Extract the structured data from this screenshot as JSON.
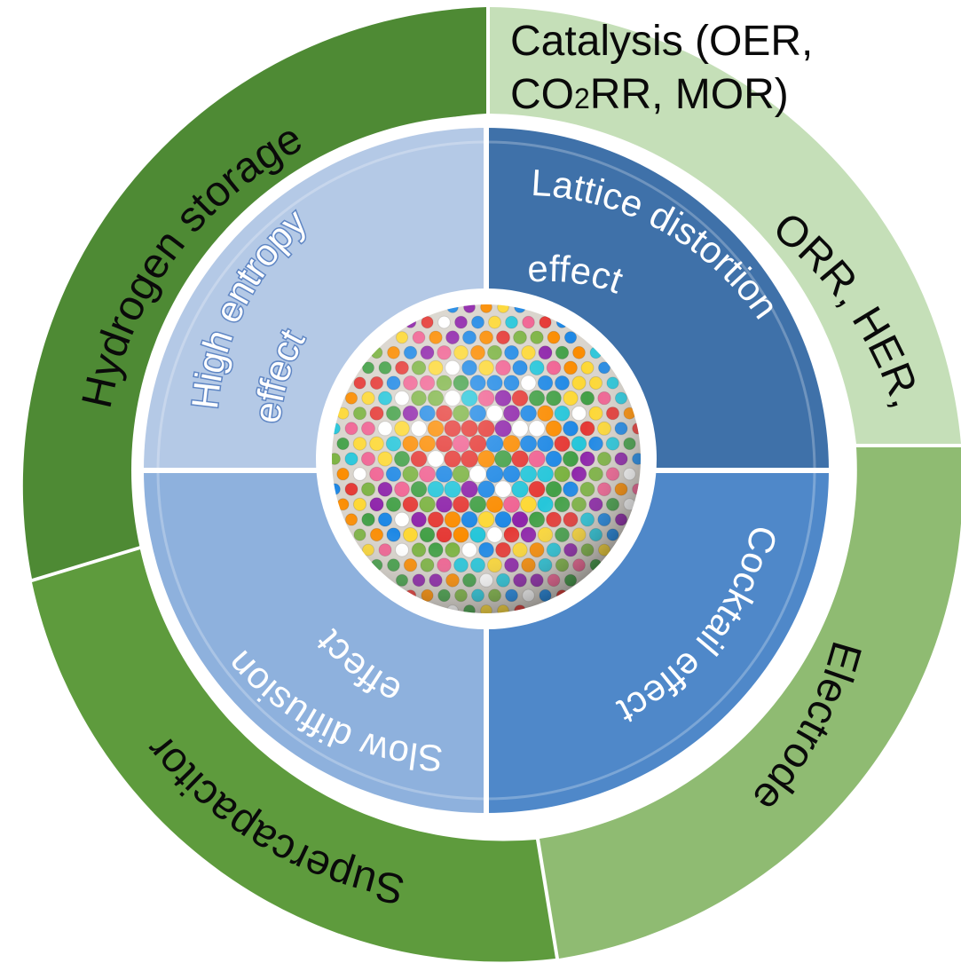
{
  "diagram": {
    "outer_ring": [
      {
        "id": "hydrogen",
        "label": "Hydrogen storage",
        "color": "#4e8a34"
      },
      {
        "id": "catalysis",
        "label_line1": "Catalysis (OER,",
        "label_line2_pre": "CO",
        "label_line2_sub": "2",
        "label_line2_post": "RR, MOR)",
        "label_curved": "ORR, HER,",
        "color": "#c5dfb8"
      },
      {
        "id": "electrode",
        "label": "Electrode",
        "color": "#8fbb72"
      },
      {
        "id": "supercapacitor",
        "label": "Supercapacitor",
        "color": "#5e9b3d"
      }
    ],
    "inner_quadrants": [
      {
        "id": "high-entropy",
        "line1": "High entropy",
        "line2": "effect",
        "color": "#b4c9e6"
      },
      {
        "id": "lattice",
        "line1": "Lattice distortion",
        "line2": "effect",
        "color": "#3f71a9"
      },
      {
        "id": "cocktail",
        "line1": "Cocktail effect",
        "color": "#4f88c9"
      },
      {
        "id": "slow-diffusion",
        "line1": "Slow diffusion",
        "line2": "effect",
        "color": "#8eb1dd"
      }
    ],
    "center": {
      "icon": "high-entropy-alloy-particle-icon"
    }
  }
}
